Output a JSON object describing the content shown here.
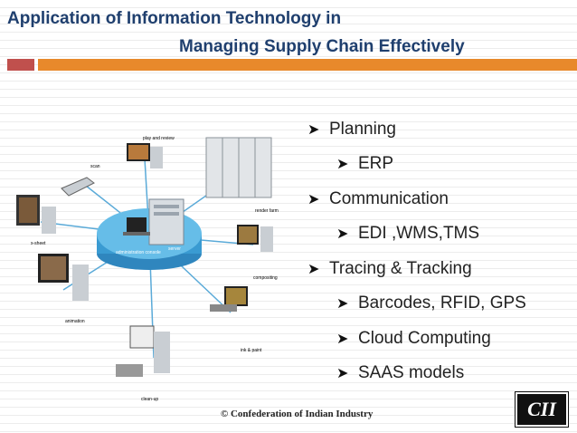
{
  "slide": {
    "title_line1": "Application of Information Technology in",
    "title_line2": "Managing Supply Chain Effectively",
    "accent_colors": {
      "title": "#1f3f6e",
      "bar_red": "#c0504d",
      "bar_orange": "#e8892b",
      "hub": "#4aa7da"
    }
  },
  "diagram": {
    "hub_labels": [
      "administration console",
      "server"
    ],
    "node_labels": [
      "play and review",
      "scan",
      "render farm",
      "x-sheet",
      "compositing",
      "animation",
      "ink & paint",
      "clean-up"
    ]
  },
  "bullets": [
    {
      "text": "Planning",
      "level": 1
    },
    {
      "text": "ERP",
      "level": 2
    },
    {
      "text": "Communication",
      "level": 1
    },
    {
      "text": "EDI ,WMS,TMS",
      "level": 2
    },
    {
      "text": "Tracing & Tracking",
      "level": 1
    },
    {
      "text": "Barcodes, RFID, GPS",
      "level": 2
    },
    {
      "text": "Cloud Computing",
      "level": 2
    },
    {
      "text": "SAAS models",
      "level": 2
    }
  ],
  "footer": {
    "copyright": "© Confederation of Indian Industry",
    "logo_text": "CII"
  }
}
